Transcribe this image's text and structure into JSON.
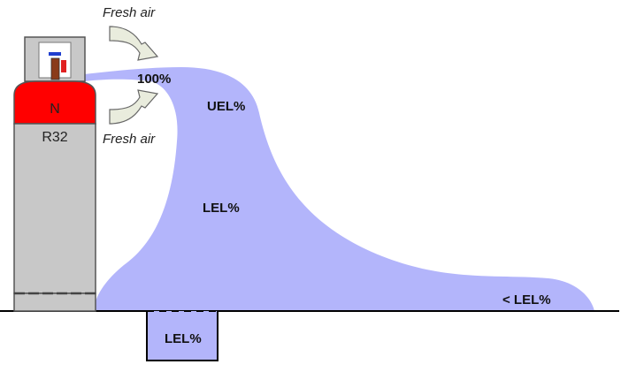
{
  "cylinder": {
    "cap_label": "N",
    "body_label": "R32",
    "cap_color": "#ff0000",
    "body_color": "#c8c8c8"
  },
  "fresh_air": {
    "top": "Fresh air",
    "bottom": "Fresh air"
  },
  "plume": {
    "color": "#b3b5fb",
    "concentration_labels": {
      "source": "100%",
      "upper": "UEL%",
      "middle": "LEL%",
      "far": "< LEL%",
      "pit": "LEL%"
    }
  }
}
